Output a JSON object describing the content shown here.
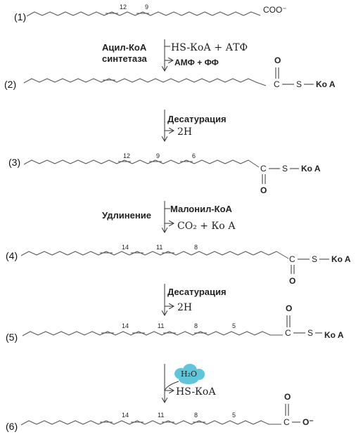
{
  "compounds": [
    {
      "label": "(1)",
      "bonds": [
        "12",
        "9"
      ],
      "end_group": "COO⁻"
    },
    {
      "label": "(2)",
      "bonds": [],
      "end_o": "O",
      "end_s": "S",
      "end_koa": "Ko A"
    },
    {
      "label": "(3)",
      "bonds": [
        "12",
        "9",
        "6"
      ],
      "end_o": "O",
      "end_s": "S",
      "end_koa": "Ko A"
    },
    {
      "label": "(4)",
      "bonds": [
        "14",
        "11",
        "8"
      ],
      "end_o": "O",
      "end_s": "S",
      "end_koa": "Ko A"
    },
    {
      "label": "(5)",
      "bonds": [
        "14",
        "11",
        "8",
        "5"
      ],
      "end_o": "O",
      "end_s": "S",
      "end_koa": "Ko A"
    },
    {
      "label": "(6)",
      "bonds": [
        "14",
        "11",
        "8",
        "5"
      ],
      "end_o": "O",
      "end_group": "O⁻"
    }
  ],
  "steps": [
    {
      "enzyme_line1": "Ацил-КоА",
      "enzyme_line2": "синтетаза",
      "reactant": "HS-КоА + АТФ",
      "product": "АМФ + ФФ"
    },
    {
      "enzyme": "Десатурация",
      "product": "2H"
    },
    {
      "enzyme": "Удлинение",
      "reactant": "Малонил-КоА",
      "product": "CO₂ + Ко А"
    },
    {
      "enzyme": "Десатурация",
      "product": "2H"
    },
    {
      "reactant": "H₂O",
      "product": "HS-КоА"
    }
  ]
}
